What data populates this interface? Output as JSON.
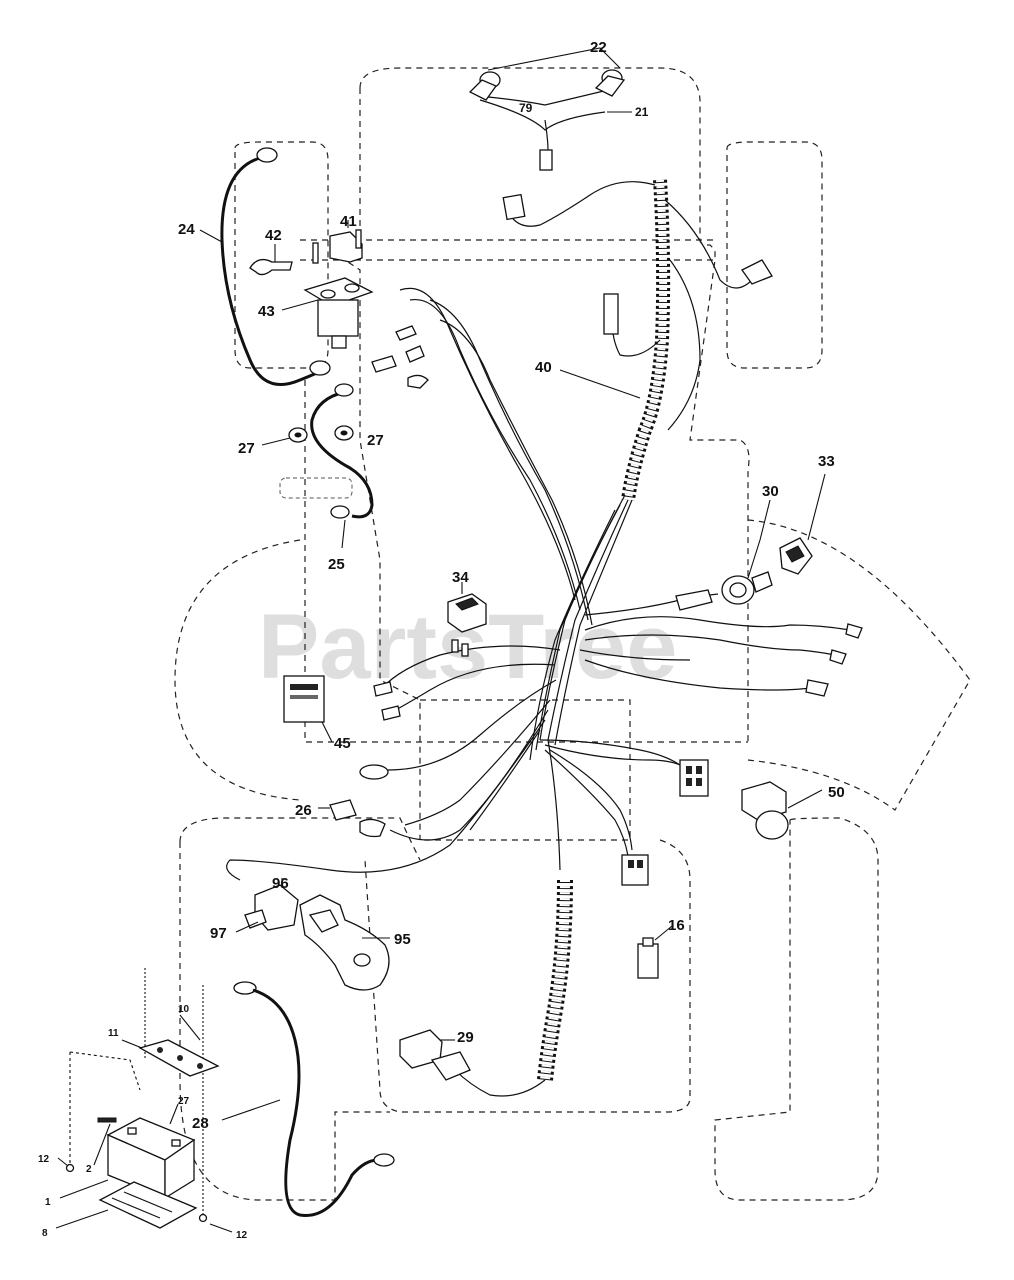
{
  "watermark": "PartsTree",
  "callouts": {
    "c22": "22",
    "c79": "79",
    "c21": "21",
    "c24": "24",
    "c42": "42",
    "c41": "41",
    "c43": "43",
    "c40": "40",
    "c27a": "27",
    "c27b": "27",
    "c25": "25",
    "c33": "33",
    "c30": "30",
    "c34": "34",
    "c45": "45",
    "c26": "26",
    "c50": "50",
    "c96": "96",
    "c97": "97",
    "c95": "95",
    "c16": "16",
    "c10": "10",
    "c11": "11",
    "c29": "29",
    "c27c": "27",
    "c28": "28",
    "c12a": "12",
    "c2": "2",
    "c1": "1",
    "c8": "8",
    "c12b": "12"
  }
}
